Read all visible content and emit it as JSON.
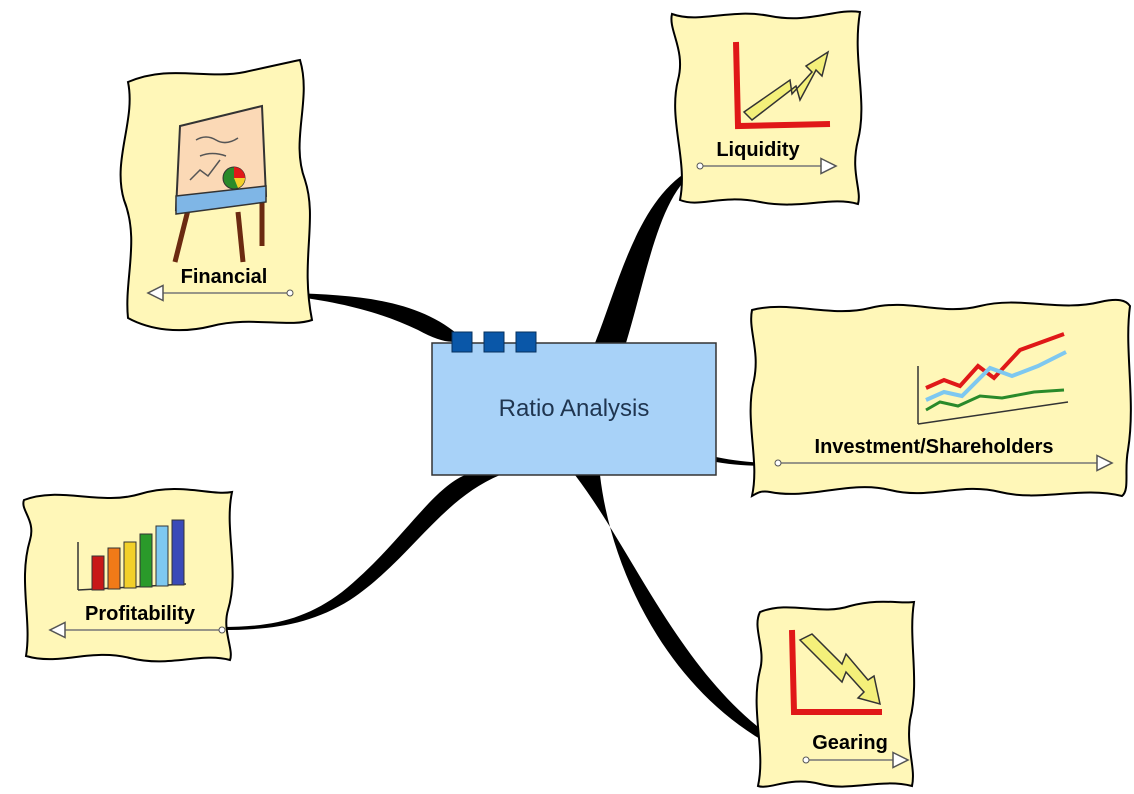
{
  "central_topic": {
    "label": "Ratio Analysis",
    "fill_color": "#a8d2f8",
    "handle_color": "#0a57a8"
  },
  "topics": [
    {
      "id": "financial",
      "label": "Financial",
      "icon": "flip-chart-presentation-icon"
    },
    {
      "id": "liquidity",
      "label": "Liquidity",
      "icon": "rising-arrow-chart-icon"
    },
    {
      "id": "investment",
      "label": "Investment/Shareholders",
      "icon": "multi-line-chart-icon"
    },
    {
      "id": "profitability",
      "label": "Profitability",
      "icon": "bar-chart-icon"
    },
    {
      "id": "gearing",
      "label": "Gearing",
      "icon": "falling-arrow-chart-icon"
    }
  ],
  "colors": {
    "topic_card": "#fff7b8",
    "connector": "#000000",
    "chart_axis": "#e01818",
    "arrow_fill": "#f4f07a"
  }
}
